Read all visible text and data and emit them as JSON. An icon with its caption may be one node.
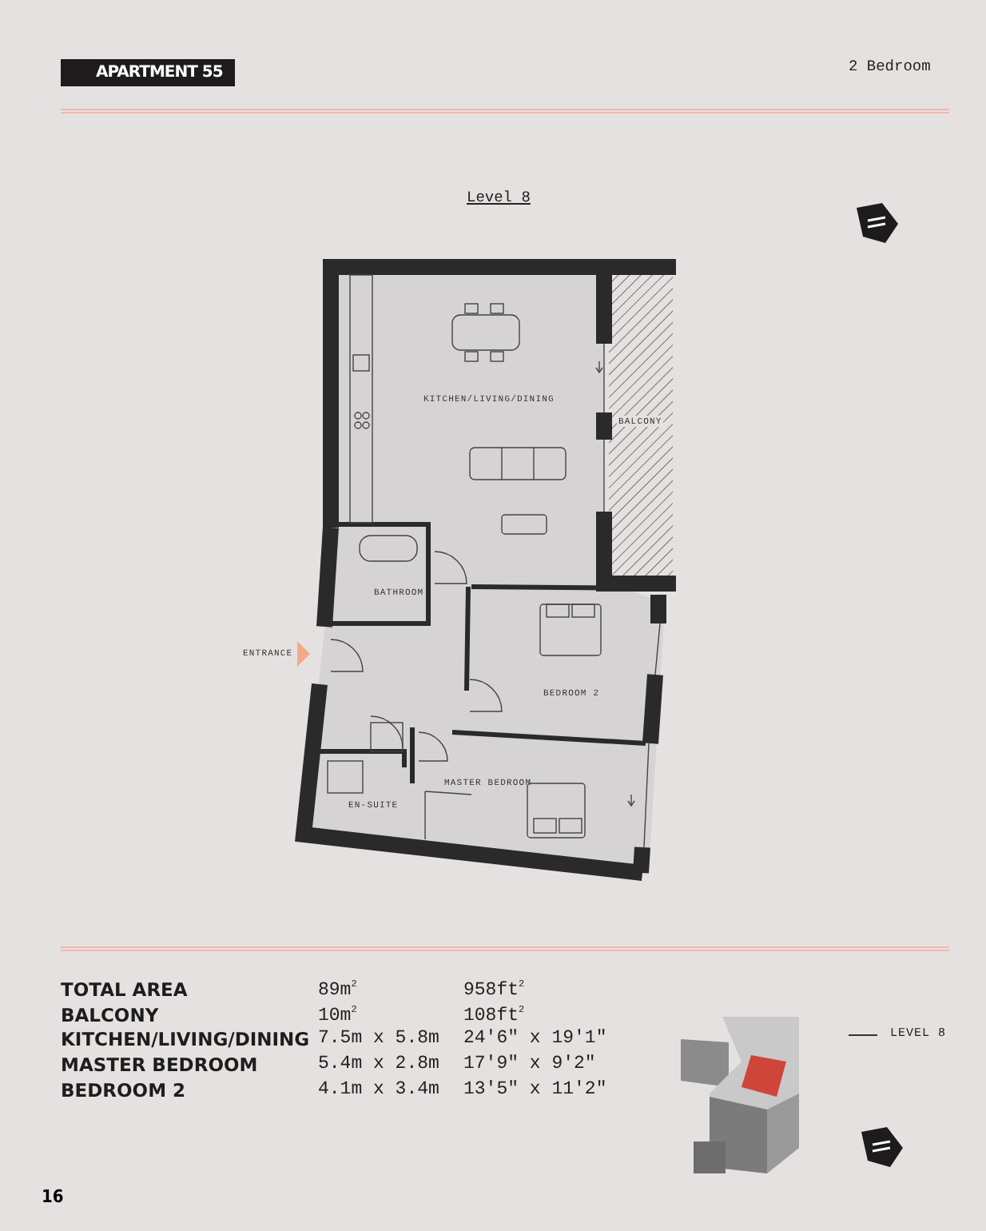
{
  "diagram": {
    "title": "APARTMENT 55",
    "labels": [
      "2 Bedroom",
      "Level 8",
      "KITCHEN/LIVING/DINING",
      "BALCONY",
      "BATHROOM",
      "ENTRANCE",
      "BEDROOM 2",
      "EN-SUITE",
      "MASTER BEDROOM",
      "TOTAL AREA",
      "89m$^{2}$",
      "958ft$^{2}$",
      "BALCONY",
      "10m$^{2}$",
      "108ft$^{2}$",
      "KITCHEN/LIVING/DINING",
      "7.5m x 5.8m",
      "24'6\" x 19'1\"",
      "MASTER BEDROOM",
      "5.4m x 2.8m",
      "17'9\" x 9'2\"",
      "BEDROOM 2",
      "4.1m x 3.4m",
      "13'5\" x 11'2\"",
      "LEVEL 8",
      "16"
    ]
  }
}
